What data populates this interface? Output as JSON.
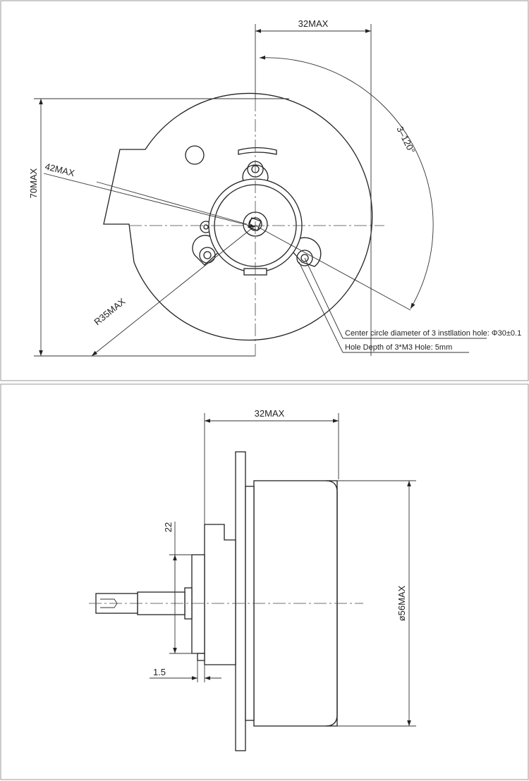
{
  "top_view": {
    "dim_width": "32MAX",
    "dim_height": "70MAX",
    "dim_length": "42MAX",
    "dim_radius": "R35MAX",
    "dim_angle": "3–120°",
    "note_center_circle": "Center circle diameter of 3 instllation hole: Φ30±0.1",
    "note_hole_depth": "Hole Depth of 3*M3 Hole: 5mm"
  },
  "side_view": {
    "dim_width": "32MAX",
    "dim_diameter": "ø56MAX",
    "dim_boss": "22",
    "dim_flange": "1.5"
  }
}
